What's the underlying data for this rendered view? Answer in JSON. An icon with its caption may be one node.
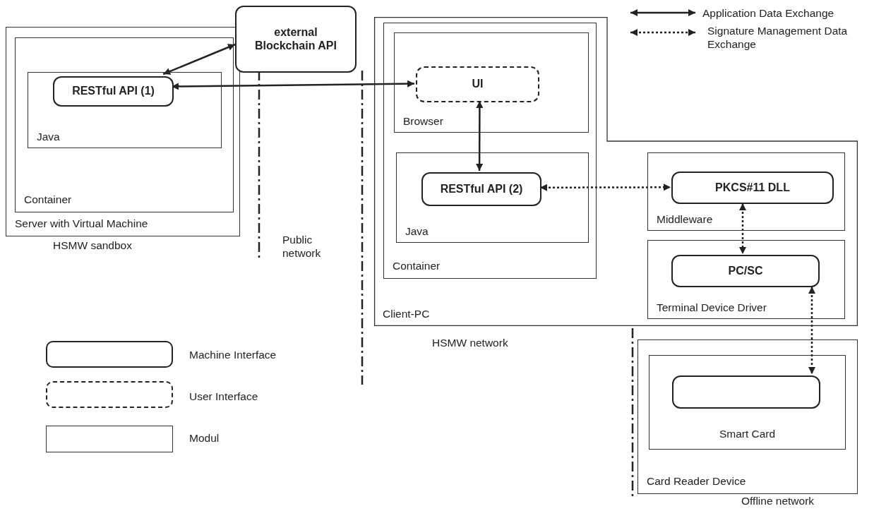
{
  "diagram": {
    "nodes": [
      {
        "text": [
          "Server with Virtual Machine"
        ]
      },
      {
        "text": [
          "Container"
        ],
        "in": 0
      },
      {
        "text": [
          "Java"
        ],
        "in": 1
      },
      {
        "text": [
          "RESTful API (1)"
        ],
        "in": 2
      },
      {
        "text": [
          "external Blockchain API"
        ]
      },
      {
        "text": [
          "Client-PC"
        ]
      },
      {
        "text": [
          "Container"
        ],
        "in": 5
      },
      {
        "text": [
          "Browser"
        ],
        "in": 6
      },
      {
        "text": [
          "UI"
        ],
        "in": 7
      },
      {
        "text": [
          "Java"
        ],
        "in": 6
      },
      {
        "text": [
          "RESTful API (2)"
        ],
        "in": 9
      },
      {
        "text": [
          "Middleware"
        ],
        "in": 5
      },
      {
        "text": [
          "PKCS#11 DLL"
        ],
        "in": 11
      },
      {
        "text": [
          "Terminal Device Driver"
        ],
        "in": 5
      },
      {
        "text": [
          "PC/SC"
        ],
        "in": 13
      },
      {
        "text": [
          "Card Reader Device"
        ]
      },
      {
        "text": [
          "Smart Card"
        ],
        "in": 15
      },
      {
        "text": [],
        "shape": "box",
        "in": 16
      }
    ],
    "edges": [
      {
        "from": 3,
        "to": 4,
        "arrow": "both"
      },
      {
        "from": 3,
        "to": 8,
        "arrow": "both"
      },
      {
        "from": 8,
        "to": 10,
        "arrow": "both"
      },
      {
        "from": 10,
        "to": 12,
        "arrow": "both",
        "style": "dashed"
      },
      {
        "from": 12,
        "to": 14,
        "arrow": "both",
        "style": "dashed"
      },
      {
        "from": 14,
        "to": 17,
        "arrow": "both",
        "style": "dashed"
      }
    ],
    "labels": [
      "HSMW sandbox",
      "Public network",
      "HSMW network",
      "Offline network"
    ],
    "legend": [
      {
        "text": "Application Data Exchange"
      },
      {
        "text": "Signature Management Data Exchange"
      },
      {
        "text": "Machine Interface"
      },
      {
        "text": "User Interface"
      },
      {
        "text": "Modul"
      }
    ]
  }
}
